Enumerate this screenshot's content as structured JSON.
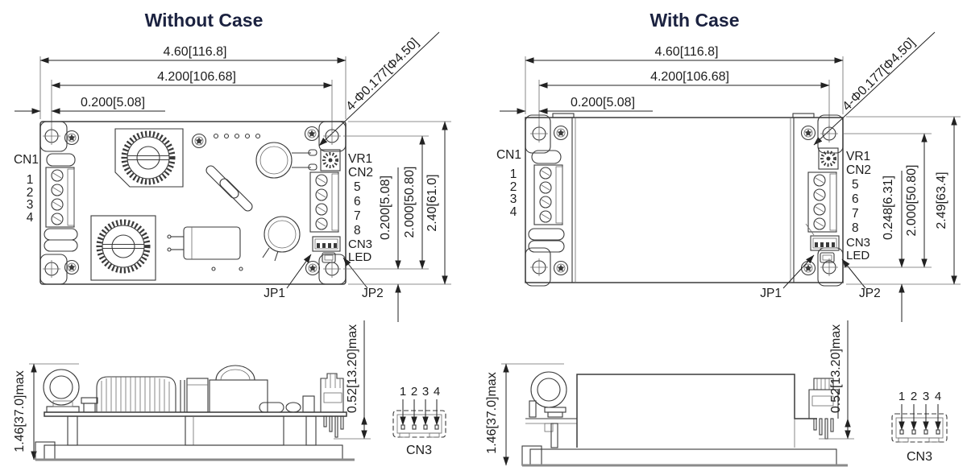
{
  "colors": {
    "line": "#3a3a3a",
    "text": "#1d1d1d",
    "title": "#1b2240",
    "base_edge": "#8a8a8a",
    "background": "#ffffff"
  },
  "panels": [
    {
      "id": "without-case",
      "title": "Without Case",
      "dims": {
        "width_overall": "4.60[116.8]",
        "width_holes": "4.200[106.68]",
        "width_offset": "0.200[5.08]",
        "hole_note": "4-Φ0.177[Φ4.50]",
        "height_offset": "0.200[5.08]",
        "height_holes": "2.000[50.80]",
        "height_overall": "2.40[61.0]",
        "side_height": "1.46[37.0]max",
        "pin_depth": "0.52[13.20]max"
      },
      "labels": {
        "cn1": "CN1",
        "cn1_pins": [
          "1",
          "2",
          "3",
          "4"
        ],
        "vr1": "VR1",
        "cn2": "CN2",
        "cn2_pins": [
          "5",
          "6",
          "7",
          "8"
        ],
        "cn3": "CN3",
        "led": "LED",
        "jp1": "JP1",
        "jp2": "JP2"
      },
      "cn3_detail": {
        "pins": [
          "1",
          "2",
          "3",
          "4"
        ],
        "label": "CN3"
      }
    },
    {
      "id": "with-case",
      "title": "With Case",
      "dims": {
        "width_overall": "4.60[116.8]",
        "width_holes": "4.200[106.68]",
        "width_offset": "0.200[5.08]",
        "hole_note": "4-Φ0.177[Φ4.50]",
        "height_offset": "0.248[6.31]",
        "height_holes": "2.000[50.80]",
        "height_overall": "2.49[63.4]",
        "side_height": "1.46[37.0]max",
        "pin_depth": "0.52[13.20]max"
      },
      "labels": {
        "cn1": "CN1",
        "cn1_pins": [
          "1",
          "2",
          "3",
          "4"
        ],
        "vr1": "VR1",
        "cn2": "CN2",
        "cn2_pins": [
          "5",
          "6",
          "7",
          "8"
        ],
        "cn3": "CN3",
        "led": "LED",
        "jp1": "JP1",
        "jp2": "JP2"
      },
      "cn3_detail": {
        "pins": [
          "1",
          "2",
          "3",
          "4"
        ],
        "label": "CN3"
      }
    }
  ]
}
